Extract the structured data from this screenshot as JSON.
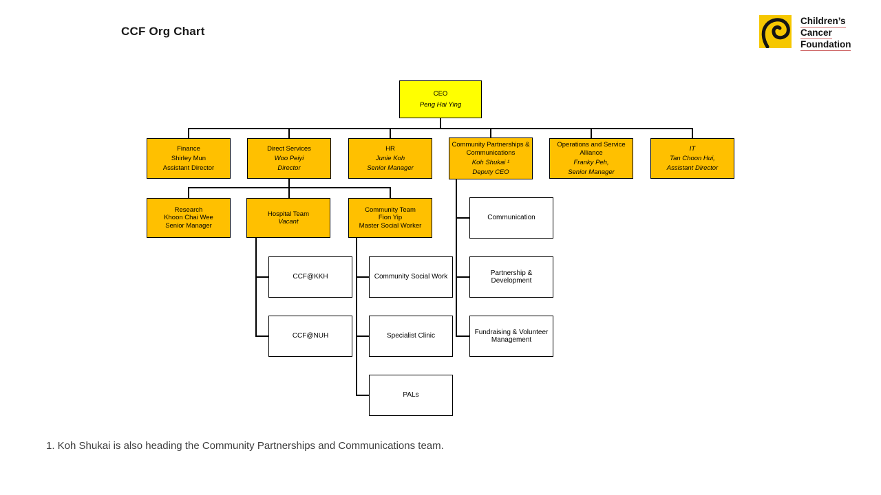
{
  "title": "CCF Org Chart",
  "logo": {
    "name_line1": "Children’s",
    "name_line2": "Cancer",
    "name_line3": "Foundation",
    "mark": "black-spiral-on-yellow-square",
    "square_color": "#F6C700",
    "underline_color": "#D06A6A"
  },
  "footnote": "1. Koh Shukai is also heading the Community Partnerships and Communications team.",
  "colors": {
    "ceo_fill": "#FFFF00",
    "department_fill": "#FFC000",
    "unit_fill": "#FFFFFF",
    "line_color": "#000000"
  },
  "org": {
    "ceo": {
      "title": "CEO",
      "name": "Peng Hai Ying"
    },
    "departments": [
      {
        "id": "finance",
        "title": "Finance",
        "name": "Shirley Mun",
        "role": "Assistant Director"
      },
      {
        "id": "direct-services",
        "title": "Direct Services",
        "name": "Woo Peiyi",
        "role": "Director"
      },
      {
        "id": "hr",
        "title": "HR",
        "name": "Junie Koh",
        "role": "Senior Manager"
      },
      {
        "id": "community-partnerships",
        "title": "Community Partnerships & Communications",
        "name": "Koh Shukai ¹",
        "role": "Deputy CEO"
      },
      {
        "id": "operations-service-alliance",
        "title": "Operations and Service Alliance",
        "name": "Franky Peh,",
        "role": "Senior Manager"
      },
      {
        "id": "it",
        "title": "IT",
        "name": "Tan Choon Hui,",
        "role": "Assistant Director"
      }
    ],
    "direct_services_teams": [
      {
        "id": "research",
        "title": "Research",
        "name": "Khoon Chai Wee",
        "role": "Senior Manager"
      },
      {
        "id": "hospital-team",
        "title": "Hospital Team",
        "name": "Vacant"
      },
      {
        "id": "community-team",
        "title": "Community Team",
        "name": "Fion Yip",
        "role": "Master Social Worker"
      }
    ],
    "hospital_units": [
      "CCF@KKH",
      "CCF@NUH"
    ],
    "community_units": [
      "Community Social Work",
      "Specialist Clinic",
      "PALs"
    ],
    "partnership_units": [
      "Communication",
      "Partnership & Development",
      "Fundraising & Volunteer Management"
    ]
  }
}
